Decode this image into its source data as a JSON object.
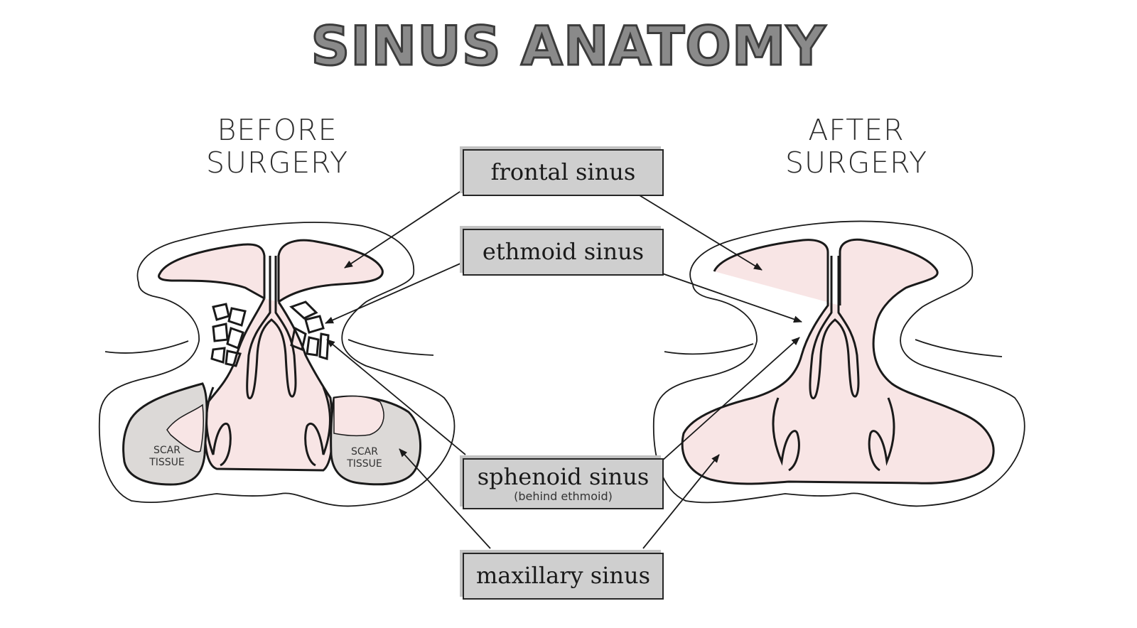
{
  "title": "SINUS ANATOMY",
  "before_label": [
    "BEFORE",
    "SURGERY"
  ],
  "after_label": [
    "AFTER",
    "SURGERY"
  ],
  "labels": {
    "frontal": "frontal sinus",
    "ethmoid": "ethmoid sinus",
    "sphenoid": "sphenoid sinus",
    "sphenoid_note": "(behind ethmoid)",
    "maxillary": "maxillary sinus"
  },
  "scar_tissue": [
    "SCAR",
    "TISSUE"
  ],
  "colors": {
    "sinus_fill": "#f8e5e5",
    "scar_fill": "#dcd9d7",
    "outline": "#1a1a1a",
    "label_box": "#cfcfcf"
  }
}
